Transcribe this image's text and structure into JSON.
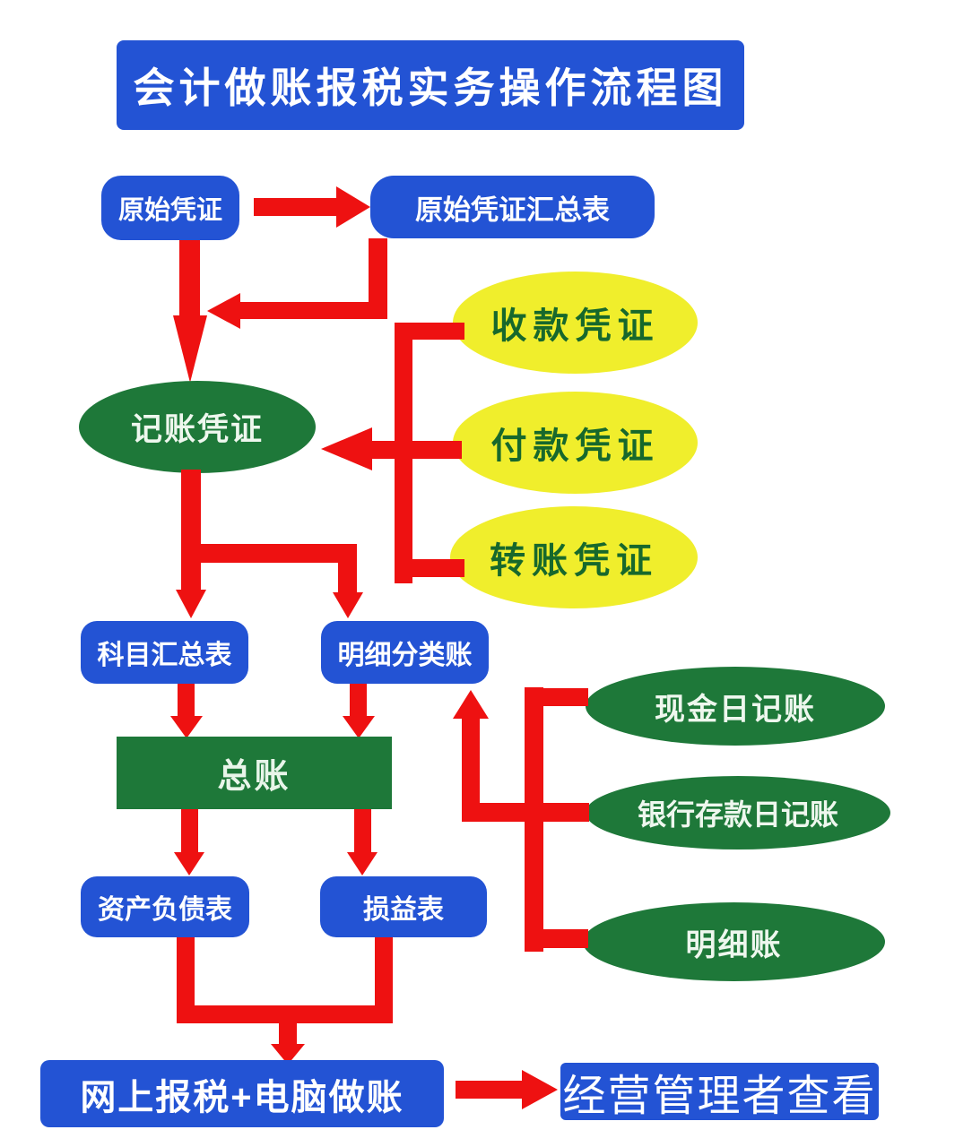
{
  "title": "会计做账报税实务操作流程图",
  "colors": {
    "box_blue": "#2353d4",
    "ellipse_green": "#1e7839",
    "ellipse_yellow": "#f0ee2c",
    "arrow_red": "#ee1111",
    "text_white": "#ffffff",
    "yellow_text_green": "#17682c"
  },
  "nodes": {
    "original_voucher": "原始凭证",
    "original_voucher_summary": "原始凭证汇总表",
    "bookkeeping_voucher": "记账凭证",
    "receipt_voucher": "收款凭证",
    "payment_voucher": "付款凭证",
    "transfer_voucher": "转账凭证",
    "subject_summary": "科目汇总表",
    "detail_ledger": "明细分类账",
    "general_ledger": "总账",
    "balance_sheet": "资产负债表",
    "income_statement": "损益表",
    "cash_journal": "现金日记账",
    "bank_deposit_journal": "银行存款日记账",
    "detail_account": "明细账",
    "online_tax_computer": "网上报税+电脑做账",
    "manager_view": "经营管理者查看"
  },
  "edges": [
    {
      "from": "原始凭证",
      "to": "原始凭证汇总表"
    },
    {
      "from": "原始凭证",
      "to": "记账凭证"
    },
    {
      "from": "原始凭证汇总表",
      "to": "记账凭证"
    },
    {
      "from": "收款凭证",
      "to": "记账凭证"
    },
    {
      "from": "付款凭证",
      "to": "记账凭证"
    },
    {
      "from": "转账凭证",
      "to": "记账凭证"
    },
    {
      "from": "记账凭证",
      "to": "科目汇总表"
    },
    {
      "from": "记账凭证",
      "to": "明细分类账"
    },
    {
      "from": "科目汇总表",
      "to": "总账"
    },
    {
      "from": "明细分类账",
      "to": "总账"
    },
    {
      "from": "现金日记账",
      "to": "明细分类账"
    },
    {
      "from": "银行存款日记账",
      "to": "明细分类账"
    },
    {
      "from": "明细账",
      "to": "明细分类账"
    },
    {
      "from": "总账",
      "to": "资产负债表"
    },
    {
      "from": "总账",
      "to": "损益表"
    },
    {
      "from": "资产负债表",
      "to": "网上报税+电脑做账"
    },
    {
      "from": "损益表",
      "to": "网上报税+电脑做账"
    },
    {
      "from": "网上报税+电脑做账",
      "to": "经营管理者查看"
    }
  ]
}
